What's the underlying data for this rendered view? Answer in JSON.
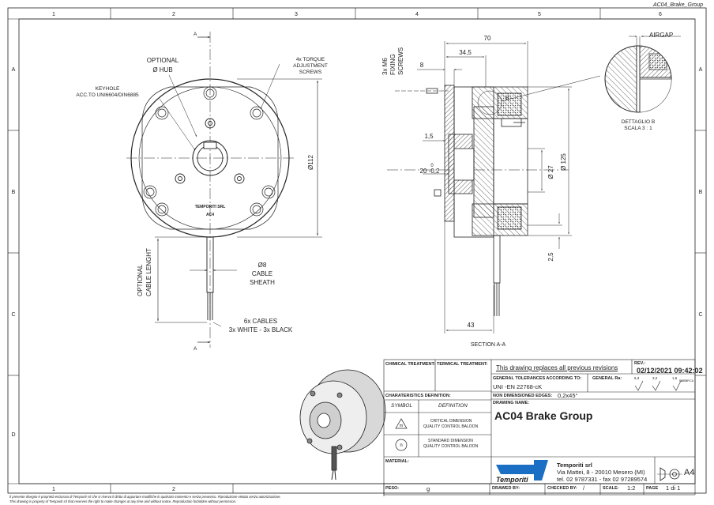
{
  "file_name": "AC04_Brake_Group",
  "grid": {
    "columns": [
      "1",
      "2",
      "3",
      "4",
      "5",
      "6"
    ],
    "rows": [
      "A",
      "B",
      "C",
      "D"
    ]
  },
  "front_view": {
    "section_marker": "A",
    "optional_hub": [
      "OPTIONAL",
      "Ø HUB"
    ],
    "torque_screws": [
      "4x TORQUE",
      "ADJUSTMENT",
      "SCREWS"
    ],
    "keyhole": [
      "KEYHOLE",
      "ACC.TO UNI6604/DIN6885"
    ],
    "diameter_112": "Ø112",
    "logo_text": "TEMPORITI SRL",
    "model_text": "AC4",
    "cable_diameter": "Ø8",
    "cable_sheath": [
      "CABLE",
      "SHEATH"
    ],
    "cable_length": [
      "OPTIONAL",
      "CABLE LENGHT"
    ],
    "cables": [
      "6x CABLES",
      "3x WHITE - 3x BLACK"
    ]
  },
  "section_view": {
    "fixing_screws": [
      "3x M6",
      "FIXING",
      "SCREWS"
    ],
    "dim_70": "70",
    "dim_34_5": "34,5",
    "dim_8": "8",
    "dim_1_5": "1,5",
    "dim_0": "0",
    "dim_20": "20 -0,2",
    "dim_27": "Ø 27",
    "dim_125": "Ø 125",
    "dim_2_5": "2,5",
    "dim_43": "43",
    "section_label": "SECTION A-A"
  },
  "detail": {
    "airgap": "AIRGAP",
    "marker": "B",
    "label": [
      "DETTAGLIO B",
      "SCALA 3 : 1"
    ]
  },
  "title_block": {
    "chemical_treatment": "CHIMICAL TREATMENT:",
    "termical_treatment": "TERMICAL TREATMENT:",
    "replaces": "This drawing replaces all previous revisions",
    "rev_label": "REV.:",
    "rev_value": "02/12/2021 09:42:02",
    "general_tolerances_label": "GENERAL TOLERANCES ACCORDING TO:",
    "general_tolerances_value": "UNI -EN 22768-cK",
    "general_ra_label": "GENERAL Ra:",
    "roughness": [
      "6,3",
      "3,2",
      "1,6",
      "RETTIFICA"
    ],
    "non_dimensioned_label": "NON DIMENSIONED EDGES:",
    "non_dimensioned_value": "0,2x45°",
    "characteristics_label": "CHARATERISTICS DEFINITION:",
    "symbol_header": "SYMBOL",
    "definition_header": "DEFINITION",
    "critical_symbol": "m",
    "critical_definition": [
      "CRITICAL DIMENSION",
      "QUALITY CONTROL BALOON"
    ],
    "standard_symbol": "n",
    "standard_definition": [
      "STANDARD DIMENSION",
      "QUALITY CONTROL BALOON"
    ],
    "drawing_name_label": "DRAWING NAME:",
    "drawing_name": "AC04 Brake Group",
    "material_label": "MATERIAL:",
    "logo": "Temporiti",
    "company_name": "Temporiti srl",
    "address": "Via Mattei, 8 - 20010 Mesero (MI)",
    "phone": "tel. 02 9787331 - fax 02 97289574",
    "size": "A4",
    "weight_label": "PESO:",
    "weight_unit": "g",
    "drawn_by_label": "DRAWED BY:",
    "checked_by_label": "CHECKED BY:",
    "checked_by_value": "/",
    "scale_label": "SCALE:",
    "scale_value": "1:2",
    "page_label": "PAGE",
    "page_value": "1 di 1"
  },
  "disclaimer": [
    "Il presente disegno è proprietà esclusiva di Temporiti srl che si riserva il diritto di apportare modifiche in qualsiasi momento e senza preavviso. Riproduzione vietata senza autorizzazione.",
    "This drawing is property of Temporiti srl that reserves the right to make changes at any time and without notice. Reproduction forbidden without permission."
  ]
}
